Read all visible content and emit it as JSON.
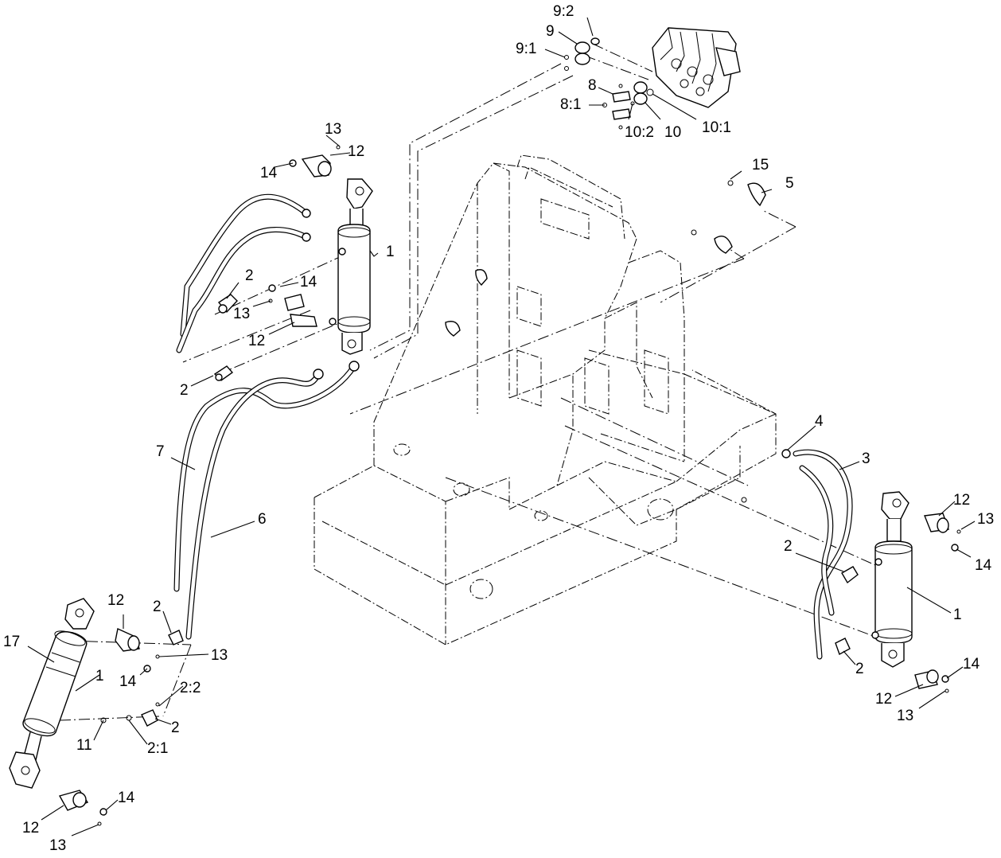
{
  "callouts": [
    {
      "id": "c-9-2",
      "label": "9:2"
    },
    {
      "id": "c-9",
      "label": "9"
    },
    {
      "id": "c-9-1",
      "label": "9:1"
    },
    {
      "id": "c-8",
      "label": "8"
    },
    {
      "id": "c-8-1",
      "label": "8:1"
    },
    {
      "id": "c-10-2",
      "label": "10:2"
    },
    {
      "id": "c-10",
      "label": "10"
    },
    {
      "id": "c-10-1",
      "label": "10:1"
    },
    {
      "id": "c-13-a",
      "label": "13"
    },
    {
      "id": "c-12-a",
      "label": "12"
    },
    {
      "id": "c-14-a",
      "label": "14"
    },
    {
      "id": "c-1-a",
      "label": "1"
    },
    {
      "id": "c-2-a",
      "label": "2"
    },
    {
      "id": "c-14-b",
      "label": "14"
    },
    {
      "id": "c-13-b",
      "label": "13"
    },
    {
      "id": "c-12-b",
      "label": "12"
    },
    {
      "id": "c-2-b",
      "label": "2"
    },
    {
      "id": "c-15",
      "label": "15"
    },
    {
      "id": "c-5",
      "label": "5"
    },
    {
      "id": "c-7",
      "label": "7"
    },
    {
      "id": "c-6",
      "label": "6"
    },
    {
      "id": "c-4",
      "label": "4"
    },
    {
      "id": "c-3",
      "label": "3"
    },
    {
      "id": "c-12-c",
      "label": "12"
    },
    {
      "id": "c-13-c",
      "label": "13"
    },
    {
      "id": "c-14-c",
      "label": "14"
    },
    {
      "id": "c-2-c",
      "label": "2"
    },
    {
      "id": "c-1-b",
      "label": "1"
    },
    {
      "id": "c-2-d",
      "label": "2"
    },
    {
      "id": "c-14-d",
      "label": "14"
    },
    {
      "id": "c-12-d",
      "label": "12"
    },
    {
      "id": "c-13-d",
      "label": "13"
    },
    {
      "id": "c-12-e",
      "label": "12"
    },
    {
      "id": "c-2-e",
      "label": "2"
    },
    {
      "id": "c-17",
      "label": "17"
    },
    {
      "id": "c-1-c",
      "label": "1"
    },
    {
      "id": "c-13-e",
      "label": "13"
    },
    {
      "id": "c-14-e",
      "label": "14"
    },
    {
      "id": "c-2-2",
      "label": "2:2"
    },
    {
      "id": "c-2-f",
      "label": "2"
    },
    {
      "id": "c-11",
      "label": "11"
    },
    {
      "id": "c-2-1",
      "label": "2:1"
    },
    {
      "id": "c-12-f",
      "label": "12"
    },
    {
      "id": "c-14-f",
      "label": "14"
    },
    {
      "id": "c-13-f",
      "label": "13"
    }
  ]
}
